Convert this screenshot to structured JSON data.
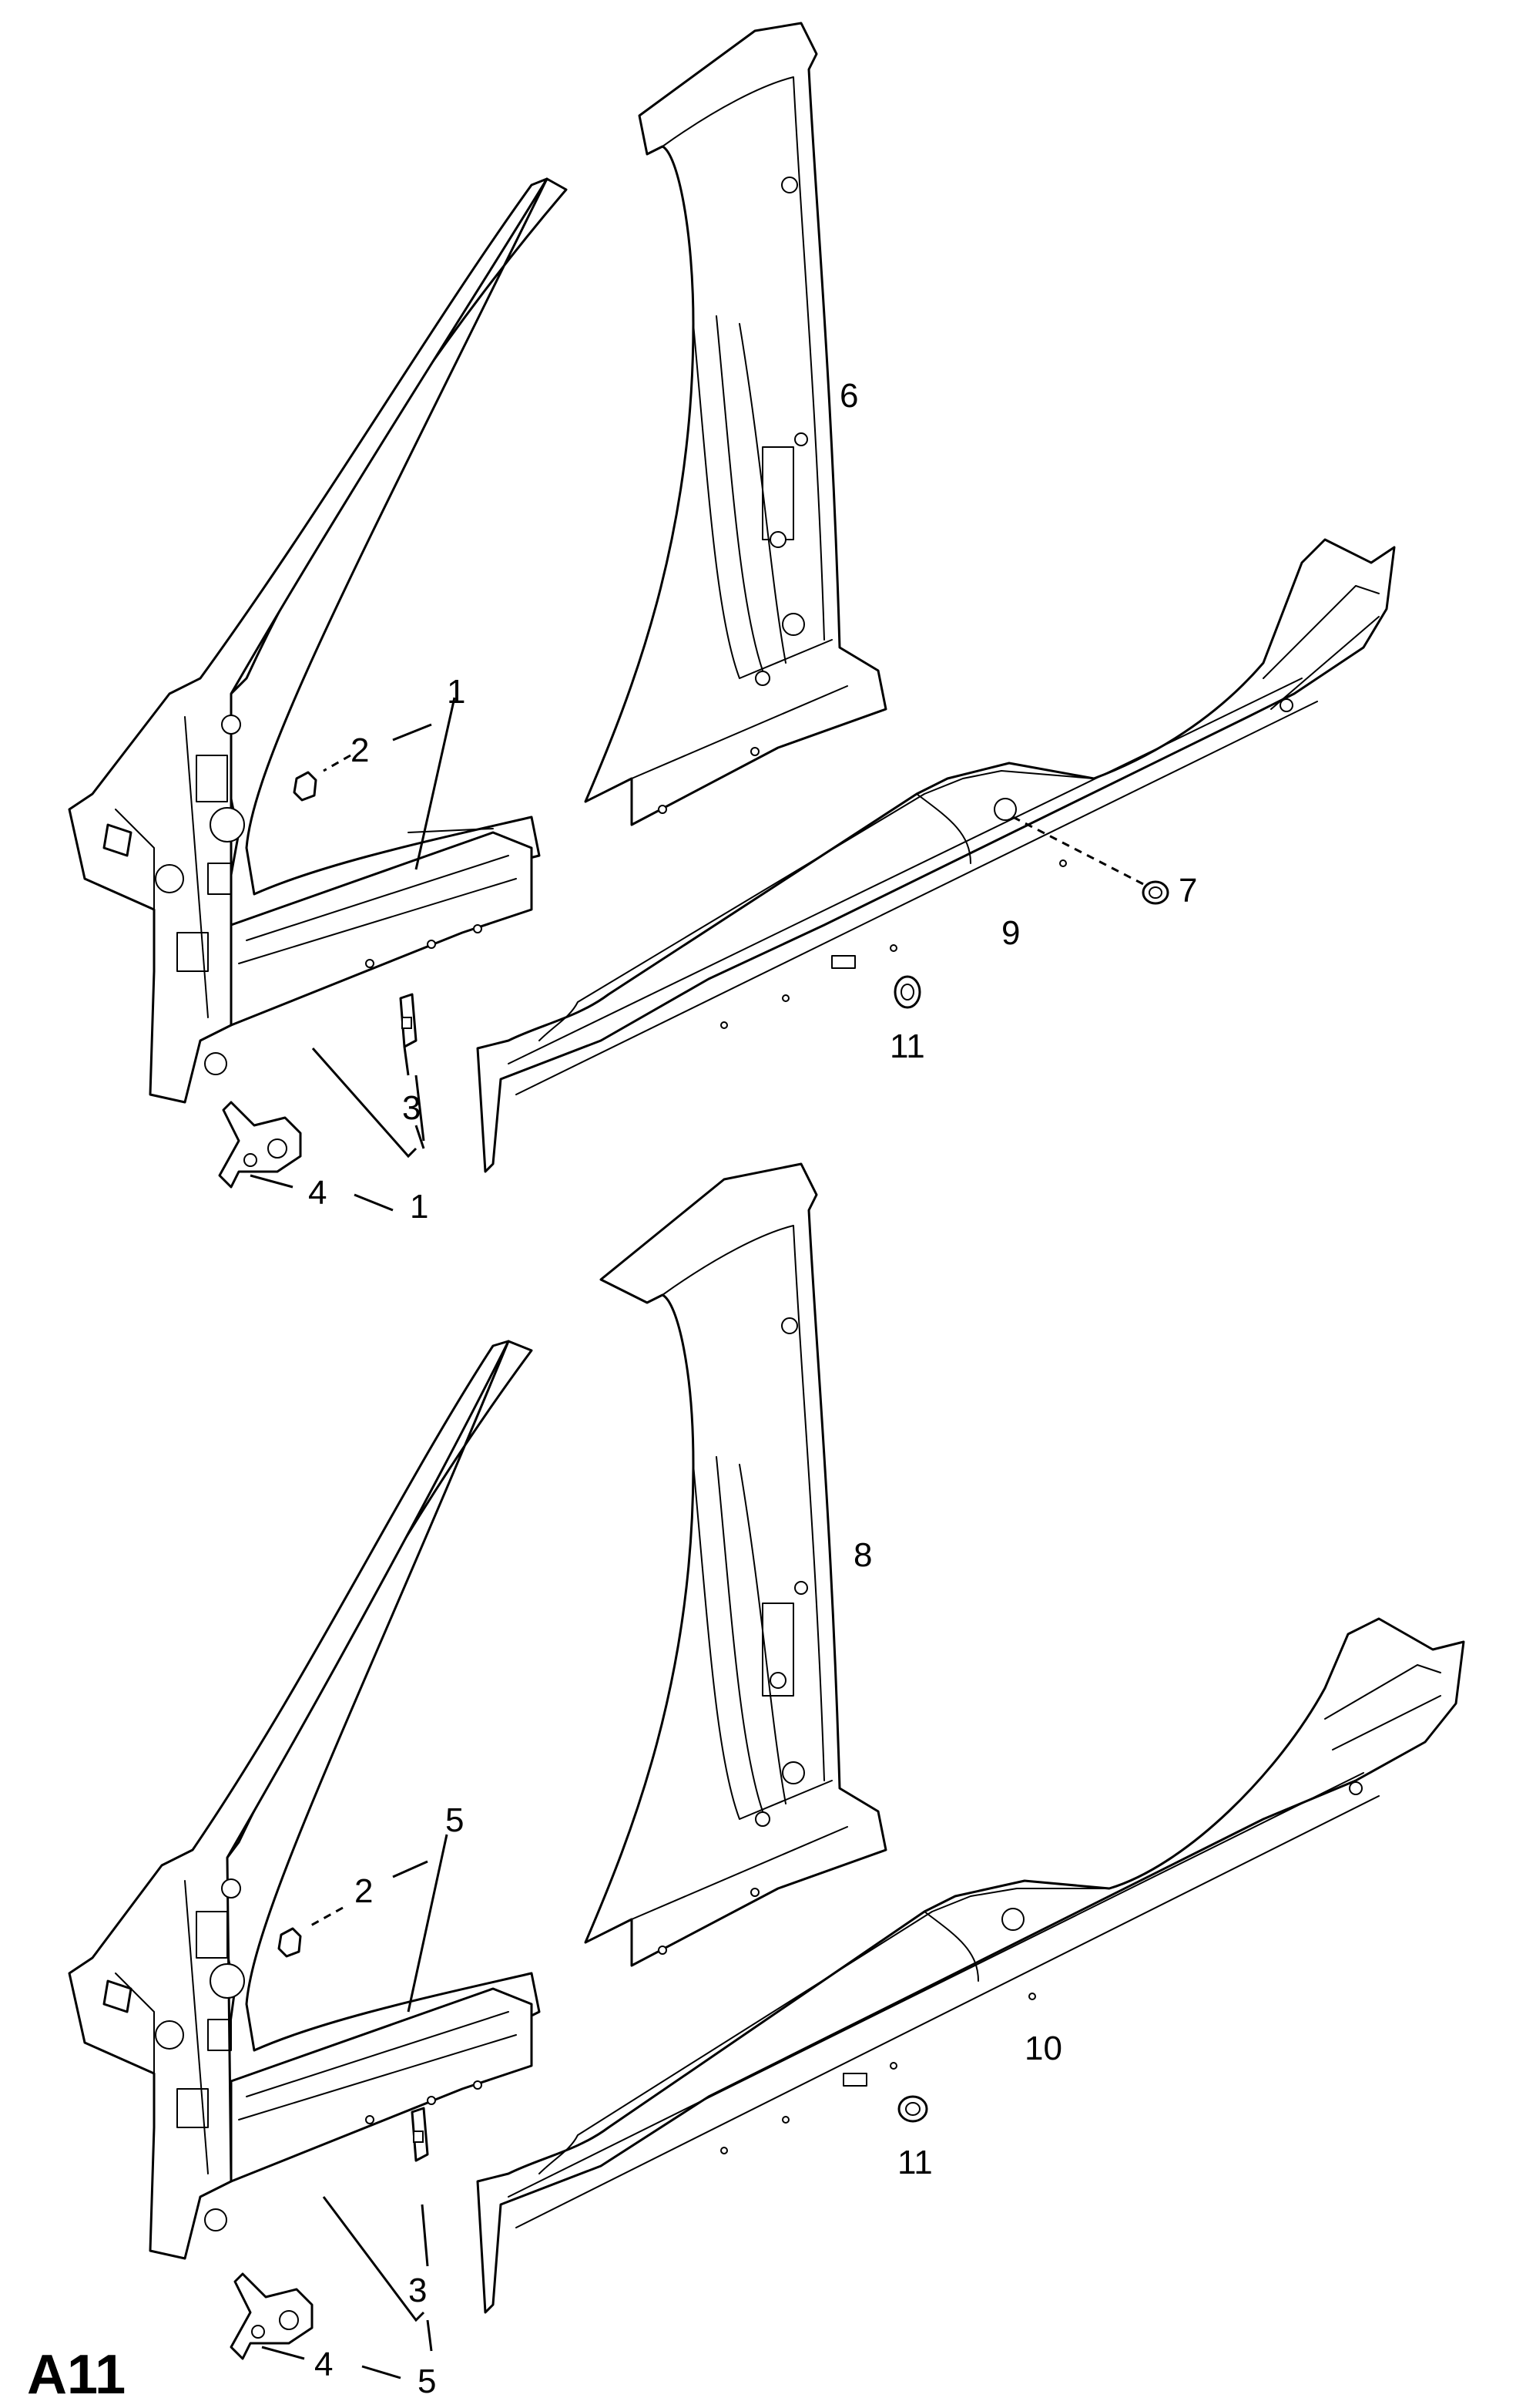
{
  "sheet_label": "A11",
  "callouts": {
    "upper": {
      "c1_a": "1",
      "c2": "2",
      "c3": "3",
      "c4": "4",
      "c1_b": "1",
      "c6": "6",
      "c7": "7",
      "c9": "9",
      "c11": "11"
    },
    "lower": {
      "c5_a": "5",
      "c2": "2",
      "c3": "3",
      "c4": "4",
      "c5_b": "5",
      "c8": "8",
      "c10": "10",
      "c11": "11"
    }
  },
  "line_color": "#000000",
  "background": "#ffffff"
}
